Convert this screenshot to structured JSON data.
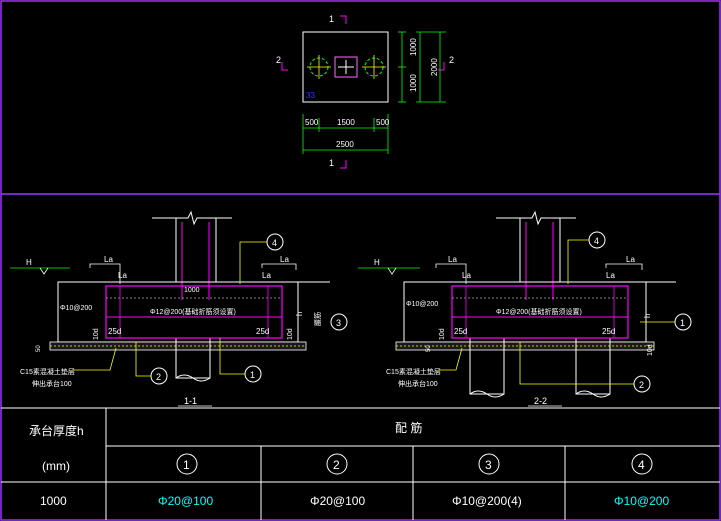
{
  "plan": {
    "section_mark_top": "1",
    "section_mark_bottom": "1",
    "section_mark_left": "2",
    "section_mark_right": "2",
    "dim_right_upper": "1000",
    "dim_right_lower": "1000",
    "dim_right_total": "2000",
    "dim_bottom_left": "500",
    "dim_bottom_mid": "1500",
    "dim_bottom_right": "500",
    "dim_bottom_total": "2500",
    "pile_tag": "33"
  },
  "section1": {
    "title": "1-1",
    "level_mark": "H",
    "la_top_left": "La",
    "la_top_right": "La",
    "la_bottom_left": "La",
    "la_bottom_right": "La",
    "top_note": "1000",
    "side_bar": "Φ10@200",
    "middle_bar": "Φ12@200(基础折筋须设置)",
    "anchor_left": "25d",
    "anchor_right": "25d",
    "dim_10d_left": "10d",
    "dim_10d_right": "10d",
    "dim_h": "h",
    "dim_50": "50",
    "bedding_line1": "C15素混凝土垫层",
    "bedding_line2": "伸出承台100",
    "right_note": "腰筋",
    "callout_1": "1",
    "callout_2": "2",
    "callout_3": "3",
    "callout_4": "4"
  },
  "section2": {
    "title": "2-2",
    "level_mark": "H",
    "la_top_left": "La",
    "la_top_right": "La",
    "la_bottom_left": "La",
    "la_bottom_right": "La",
    "side_bar": "Φ10@200",
    "middle_bar": "Φ12@200(基础折筋须设置)",
    "anchor_left": "25d",
    "anchor_right": "25d",
    "dim_10d_left": "10d",
    "dim_10d_right": "10d",
    "dim_h": "h",
    "dim_50": "50",
    "bedding_line1": "C15素混凝土垫层",
    "bedding_line2": "伸出承台100",
    "callout_1": "1",
    "callout_2": "2",
    "callout_4": "4"
  },
  "table": {
    "col1_header_line1": "承台厚度h",
    "col1_header_line2": "(mm)",
    "group_header": "配    筋",
    "sub_headers": [
      "1",
      "2",
      "3",
      "4"
    ],
    "row_thickness": "1000",
    "row_values": [
      "Φ20@100",
      "Φ20@100",
      "Φ10@200(4)",
      "Φ10@200"
    ]
  },
  "colors": {
    "background": "#000000",
    "frame": "#9933ff",
    "magenta": "#ff00ff",
    "green": "#00ff00",
    "yellow": "#ffff00",
    "white": "#ffffff",
    "cyan": "#00ffff",
    "blue": "#3333ff"
  }
}
